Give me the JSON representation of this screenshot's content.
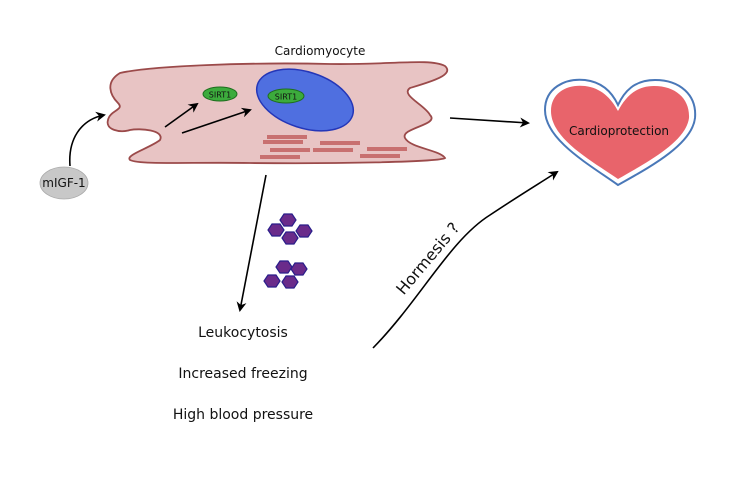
{
  "labels": {
    "cell": "Cardiomyocyte",
    "sirt1_cytoplasm": "SIRT1",
    "sirt1_nucleus": "SIRT1",
    "migf": "mIGF-1",
    "heart": "Cardioprotection",
    "hormesis": "Hormesis ?"
  },
  "effects": [
    "Leukocytosis",
    "Increased freezing",
    "High blood pressure"
  ],
  "colors": {
    "cell_fill": "#e8c4c4",
    "cell_stroke": "#9b4a4a",
    "nucleus_fill": "#4f6fe0",
    "nucleus_stroke": "#2436b8",
    "sirt_fill": "#3cab3c",
    "sirt_stroke": "#1e6e1e",
    "sarcomere": "#c87070",
    "heart_fill": "#e8646b",
    "heart_stroke": "#4a78b8",
    "hex_fill": "#6a2b8a",
    "hex_stroke": "#2a1e8a",
    "migf_fill": "#c8c8c8"
  }
}
